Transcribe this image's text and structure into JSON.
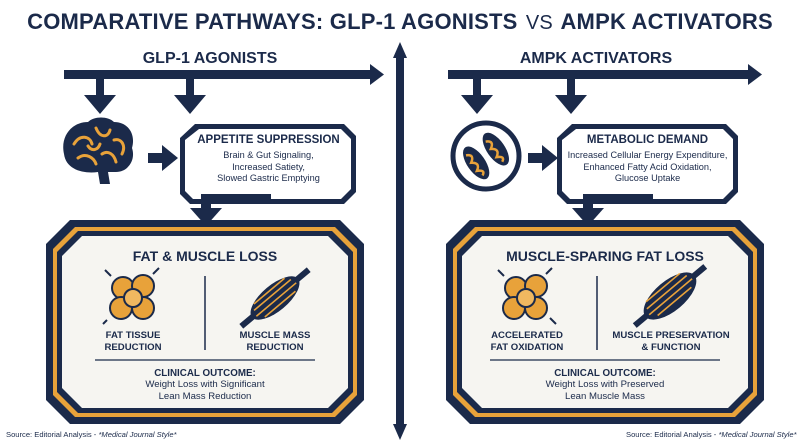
{
  "title": {
    "left": "COMPARATIVE PATHWAYS: GLP-1 AGONISTS",
    "vs": "VS",
    "right": "AMPK ACTIVATORS"
  },
  "colors": {
    "navy": "#1b2a4a",
    "accent": "#e8a23a",
    "panel_fill": "#f6f5f1"
  },
  "left": {
    "heading": "GLP-1 AGONISTS",
    "icon": "brain-icon",
    "mechanism": {
      "title": "APPETITE SUPPRESSION",
      "lines": [
        "Brain & Gut Signaling,",
        "Increased Satiety,",
        "Slowed Gastric Emptying"
      ]
    },
    "result": {
      "title": "FAT & MUSCLE LOSS",
      "items": [
        {
          "icon": "fat-cells-icon",
          "lines": [
            "FAT TISSUE",
            "REDUCTION"
          ]
        },
        {
          "icon": "muscle-icon",
          "lines": [
            "MUSCLE MASS",
            "REDUCTION"
          ]
        }
      ],
      "outcome_head": "CLINICAL OUTCOME:",
      "outcome_lines": [
        "Weight Loss with Significant",
        "Lean Mass Reduction"
      ]
    },
    "source_prefix": "Source: Editorial Analysis - ",
    "source_italic": "*Medical Journal Style*"
  },
  "right": {
    "heading": "AMPK ACTIVATORS",
    "icon": "mitochondria-icon",
    "mechanism": {
      "title": "METABOLIC DEMAND",
      "lines": [
        "Increased Cellular Energy Expenditure,",
        "Enhanced Fatty Acid Oxidation,",
        "Glucose Uptake"
      ]
    },
    "result": {
      "title": "MUSCLE-SPARING FAT LOSS",
      "items": [
        {
          "icon": "fat-cells-icon",
          "lines": [
            "ACCELERATED",
            "FAT OXIDATION"
          ]
        },
        {
          "icon": "muscle-icon",
          "lines": [
            "MUSCLE PRESERVATION",
            "& FUNCTION"
          ]
        }
      ],
      "outcome_head": "CLINICAL OUTCOME:",
      "outcome_lines": [
        "Weight Loss with Preserved",
        "Lean Muscle Mass"
      ]
    },
    "source_prefix": "Source: Editorial Analysis - ",
    "source_italic": "*Medical Journal Style*"
  }
}
